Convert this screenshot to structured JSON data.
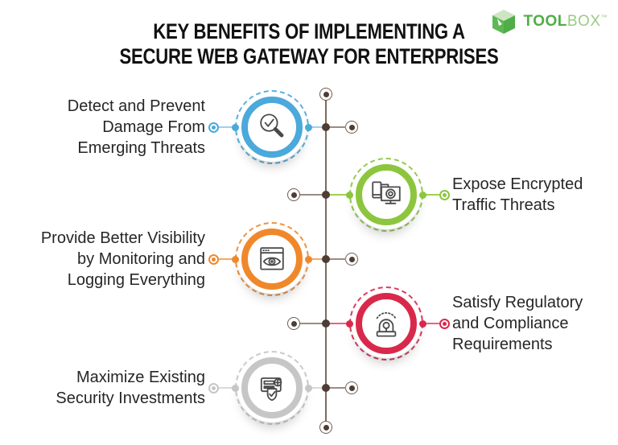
{
  "title": "KEY BENEFITS OF IMPLEMENTING A\nSECURE WEB GATEWAY FOR ENTERPRISES",
  "logo": {
    "tool": "TOOL",
    "box": "BOX",
    "tm": "™",
    "brand_green": "#4FAE47",
    "brand_light_green": "#9BCB84"
  },
  "timeline": {
    "spine_color": "#7C6A5D",
    "node_color": "#4D3D34"
  },
  "rows": [
    {
      "side": "left",
      "label": "Detect and Prevent\nDamage From\nEmerging Threats",
      "icon": "magnifier-check-icon",
      "color": "#4BA9DB",
      "light": "#9FD0EE"
    },
    {
      "side": "right",
      "label": "Expose Encrypted\nTraffic Threats",
      "icon": "monitor-phone-icon",
      "color": "#8CC63F",
      "light": "#9ED154"
    },
    {
      "side": "left",
      "label": "Provide Better Visibility\nby Monitoring and\nLogging Everything",
      "icon": "browser-eye-icon",
      "color": "#F0882B",
      "light": "#F5A963"
    },
    {
      "side": "right",
      "label": "Satisfy Regulatory\nand Compliance\nRequirements",
      "icon": "alarm-siren-icon",
      "color": "#D9294B",
      "light": "#E8647F"
    },
    {
      "side": "left",
      "label": "Maximize Existing\nSecurity Investments",
      "icon": "card-shield-check-icon",
      "color": "#C6C6C6",
      "light": "#D9D9D9"
    }
  ]
}
